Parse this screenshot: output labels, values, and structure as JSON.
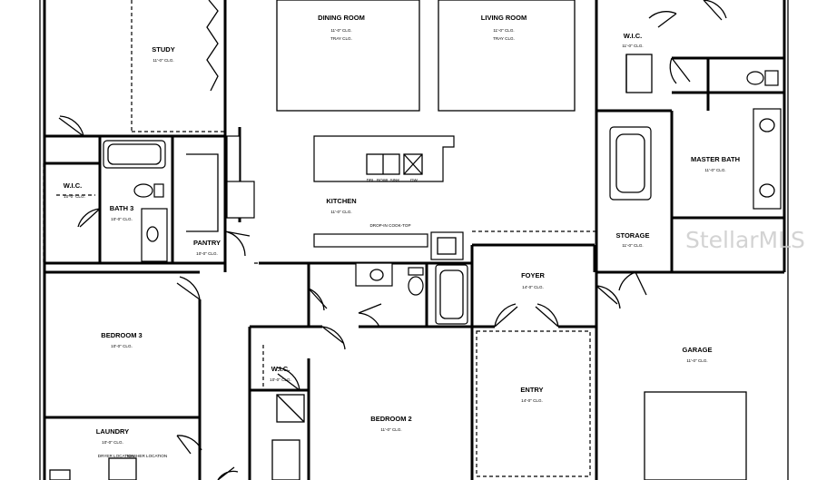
{
  "rooms": {
    "study": {
      "name": "STUDY",
      "size": "11'-0\" CLG."
    },
    "dining_room": {
      "name": "DINING ROOM",
      "size": "11'-0\" CLG.",
      "note": "TRAY CLG."
    },
    "living_room": {
      "name": "LIVING ROOM",
      "size": "11'-0\" CLG.",
      "note": "TRAY CLG."
    },
    "wic_master": {
      "name": "W.I.C.",
      "size": "11'-0\" CLG."
    },
    "master_bath": {
      "name": "MASTER BATH",
      "size": "11'-0\" CLG."
    },
    "wic_bedroom3": {
      "name": "W.I.C.",
      "size": "10'-0\" CLG."
    },
    "bath3": {
      "name": "BATH 3",
      "size": "10'-0\" CLG."
    },
    "kitchen": {
      "name": "KITCHEN",
      "size": "11'-0\" CLG."
    },
    "pantry": {
      "name": "PANTRY",
      "size": "10'-0\" CLG."
    },
    "storage": {
      "name": "STORAGE",
      "size": "11'-0\" CLG."
    },
    "foyer": {
      "name": "FOYER",
      "size": "14'-0\" CLG."
    },
    "garage": {
      "name": "GARAGE",
      "size": "11'-0\" CLG."
    },
    "bedroom3": {
      "name": "BEDROOM 3",
      "size": "10'-0\" CLG."
    },
    "wic_bedroom2": {
      "name": "W.I.C.",
      "size": "10'-0\" CLG."
    },
    "bedroom2": {
      "name": "BEDROOM 2",
      "size": "11'-0\" CLG."
    },
    "entry": {
      "name": "ENTRY",
      "size": "14'-0\" CLG."
    },
    "laundry": {
      "name": "LAUNDRY",
      "size": "10'-0\" CLG."
    }
  },
  "annotations": {
    "drop_in_cooktop": "DROP-IN COOK-TOP",
    "sink": "DBL. BOWL SINK",
    "dw": "DW",
    "dryer_location": "DRYER LOCATION",
    "washer_location": "WASHER LOCATION"
  },
  "watermark": "StellarMLS"
}
